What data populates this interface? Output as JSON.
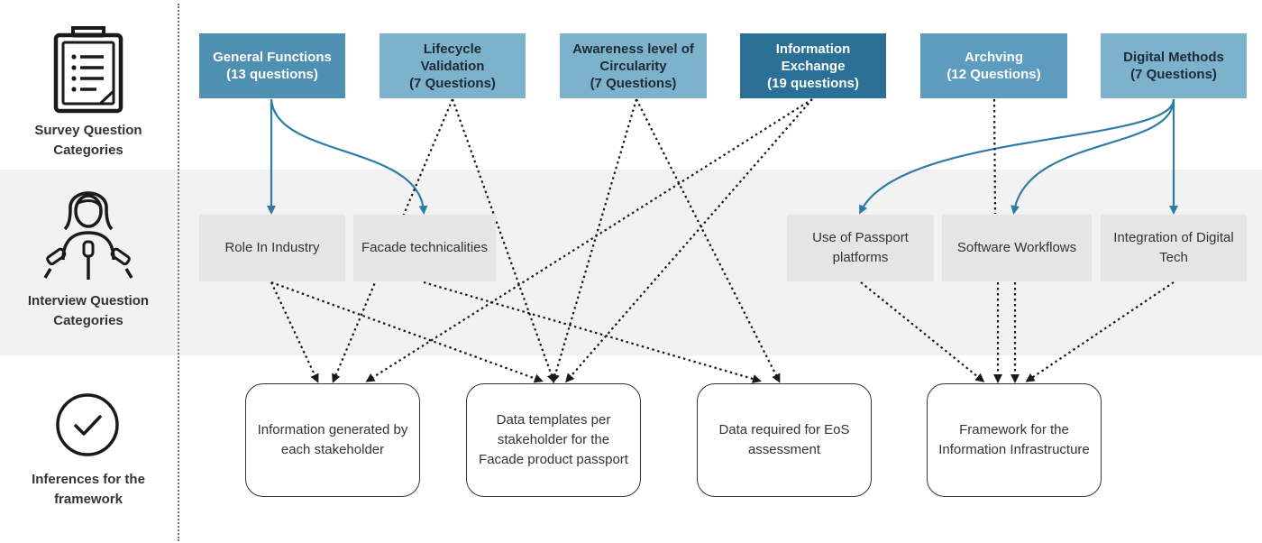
{
  "rows": {
    "survey": "Survey  Question Categories",
    "interview": "Interview Question Categories",
    "inference": "Inferences for the framework"
  },
  "survey_categories": [
    {
      "id": "general",
      "line1": "General Functions",
      "line2": "(13 questions)",
      "color": "#4f8fb2"
    },
    {
      "id": "lifecycle",
      "line1": "Lifecycle Validation",
      "line2": "(7 Questions)",
      "color": "#7db2cd"
    },
    {
      "id": "awareness",
      "line1": "Awareness level of Circularity",
      "line2": "(7 Questions)",
      "color": "#7db2cd"
    },
    {
      "id": "exchange",
      "line1": "Information Exchange",
      "line2": "(19 questions)",
      "color": "#2b7197"
    },
    {
      "id": "archiving",
      "line1": "Archving",
      "line2": "(12 Questions)",
      "color": "#5d9bbf"
    },
    {
      "id": "digital",
      "line1": "Digital Methods",
      "line2": "(7 Questions)",
      "color": "#7db2cd"
    }
  ],
  "interview_categories": [
    {
      "id": "role",
      "label": "Role In Industry"
    },
    {
      "id": "facade",
      "label": "Facade technicalities"
    },
    {
      "id": "passport",
      "label": "Use of Passport platforms"
    },
    {
      "id": "software",
      "label": "Software Workflows"
    },
    {
      "id": "integration",
      "label": "Integration of Digital Tech"
    }
  ],
  "inferences": [
    {
      "id": "info-generated",
      "label": "Information  generated by each stakeholder"
    },
    {
      "id": "data-templates",
      "label": "Data templates per stakeholder for the Facade product passport"
    },
    {
      "id": "eos-data",
      "label": "Data required for EoS assessment"
    },
    {
      "id": "framework",
      "label": "Framework for the Information Infrastructure"
    }
  ],
  "colors": {
    "solid_arrow": "#2e7ca5",
    "dotted_arrow": "#1a1a1a",
    "band": "#f2f2f2",
    "interview_box": "#e5e5e5"
  },
  "icons": [
    "clipboard-icon",
    "interviewer-icon",
    "checkmark-circle-icon"
  ]
}
